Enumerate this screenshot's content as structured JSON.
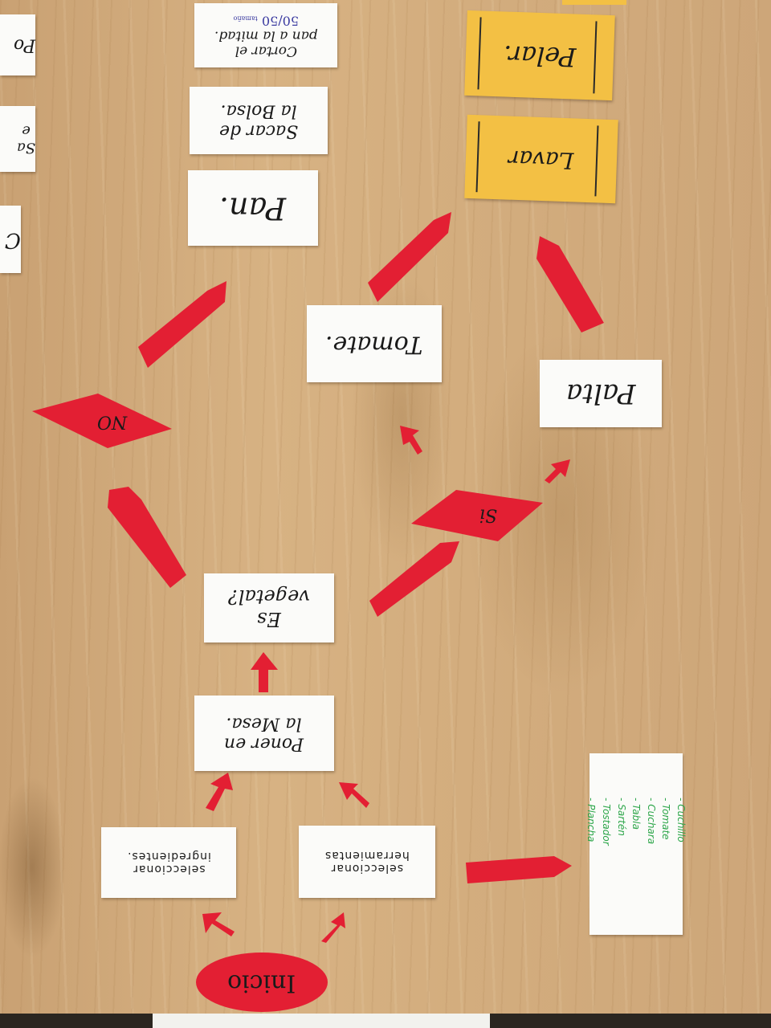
{
  "diagram": {
    "start": "Inicio",
    "nodes": {
      "ingredientes": "seleccionar\ningredientes.",
      "herramientas": "seleccionar\nherramientas",
      "poner_mesa": "Poner en\nla Mesa.",
      "es_vegetal": "Es\nvegetal?",
      "no": "NO",
      "si": "Si",
      "pan": "Pan.",
      "sacar_bolsa": "Sacar de\nla Bolsa.",
      "cortar": "Cortar el\npan a la mitad.",
      "cortar_note": "50/50",
      "cortar_note_small": "tamaño",
      "tomate": "Tomate.",
      "palta": "Palta",
      "lavar": "Lavar",
      "pelar": "Pelar."
    },
    "tool_list": [
      "Cuchillo",
      "Tomate",
      "Cuchara",
      "Tabla",
      "Sartén",
      "Tostador",
      "Plancha"
    ],
    "edge_cards": [
      "Po",
      "Sa\ne",
      "C"
    ]
  },
  "colors": {
    "note_red": "#e31f33",
    "card_white": "#fbfbf9",
    "sticky_yellow": "#f3c044",
    "ink_green": "#2da64a"
  }
}
